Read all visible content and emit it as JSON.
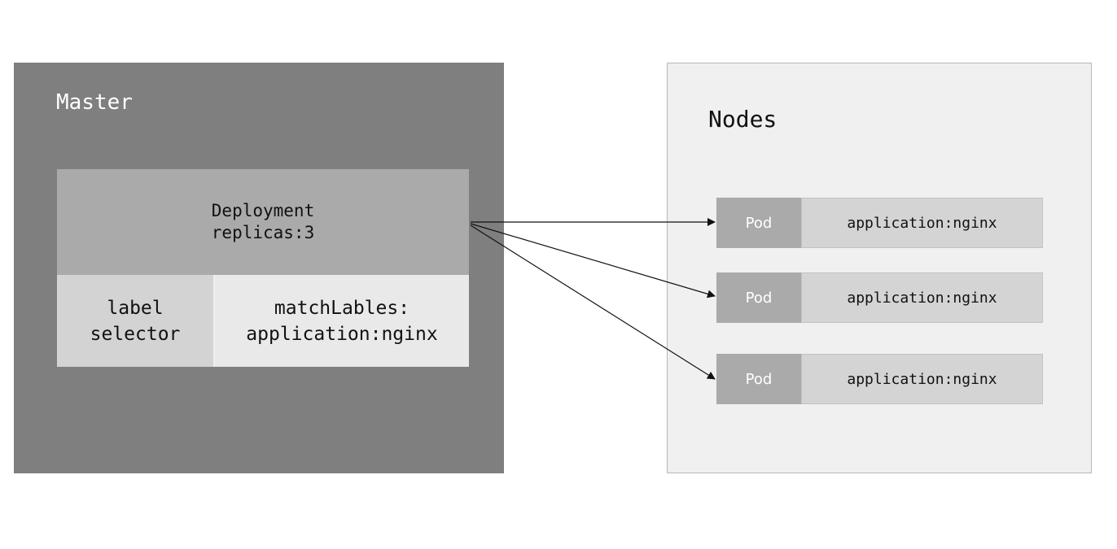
{
  "master": {
    "title": "Master",
    "deployment": {
      "line1": "Deployment",
      "line2": "replicas:3"
    },
    "label_selector": {
      "line1": "label",
      "line2": "selector"
    },
    "match_labels": {
      "line1": "matchLables:",
      "line2": "application:nginx"
    }
  },
  "nodes": {
    "title": "Nodes",
    "pods": [
      {
        "name": "Pod",
        "label": "application:nginx"
      },
      {
        "name": "Pod",
        "label": "application:nginx"
      },
      {
        "name": "Pod",
        "label": "application:nginx"
      }
    ]
  },
  "colors": {
    "master_bg": "#7f7f7f",
    "deployment_bg": "#aaaaaa",
    "nodes_bg": "#eff0ef",
    "arrow": "#111111"
  }
}
